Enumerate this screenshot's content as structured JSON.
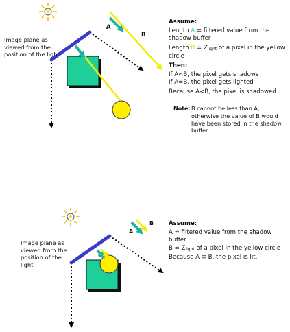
{
  "colors": {
    "plane": "#3b3bc9",
    "box": "#1fcf9a",
    "ray_yellow": "#f3ee00",
    "ray_teal": "#1fb3a0",
    "highlight_a": "#3cd88c",
    "highlight_b": "#e0d000",
    "circle": "#fff000"
  },
  "top": {
    "plane_label": "Image plane as viewed from the position of the light",
    "ray_a": "A",
    "ray_b": "B",
    "assume": {
      "heading": "Assume:",
      "line1_pre": "Length ",
      "line1_key": "A",
      "line1_post": " = filtered value from the shadow buffer",
      "line2_pre": "Length ",
      "line2_key": "B",
      "line2_mid": " = Z",
      "line2_sub": "light",
      "line2_post": " of a pixel in the yellow circle"
    },
    "then": {
      "heading": "Then:",
      "line1": "If A<B, the pixel gets shadows",
      "line2": "If A=B, the pixel gets lighted",
      "line3": "Because A<B, the pixel is shadowed"
    },
    "note": {
      "label": "Note:",
      "text": "B cannot be less than A; otherwise the value of B would have been stored in the shadow buffer."
    }
  },
  "bottom": {
    "plane_label": "Image plane as viewed from the position of the light",
    "ray_a": "A",
    "ray_b": "B",
    "assume": {
      "heading": "Assume:",
      "line1": "A = filtered value from the shadow buffer",
      "line2_pre": "B = Z",
      "line2_sub": "light",
      "line2_post": " of a pixel in the yellow circle",
      "line3": "Because A ≡ B, the pixel is lit."
    }
  }
}
